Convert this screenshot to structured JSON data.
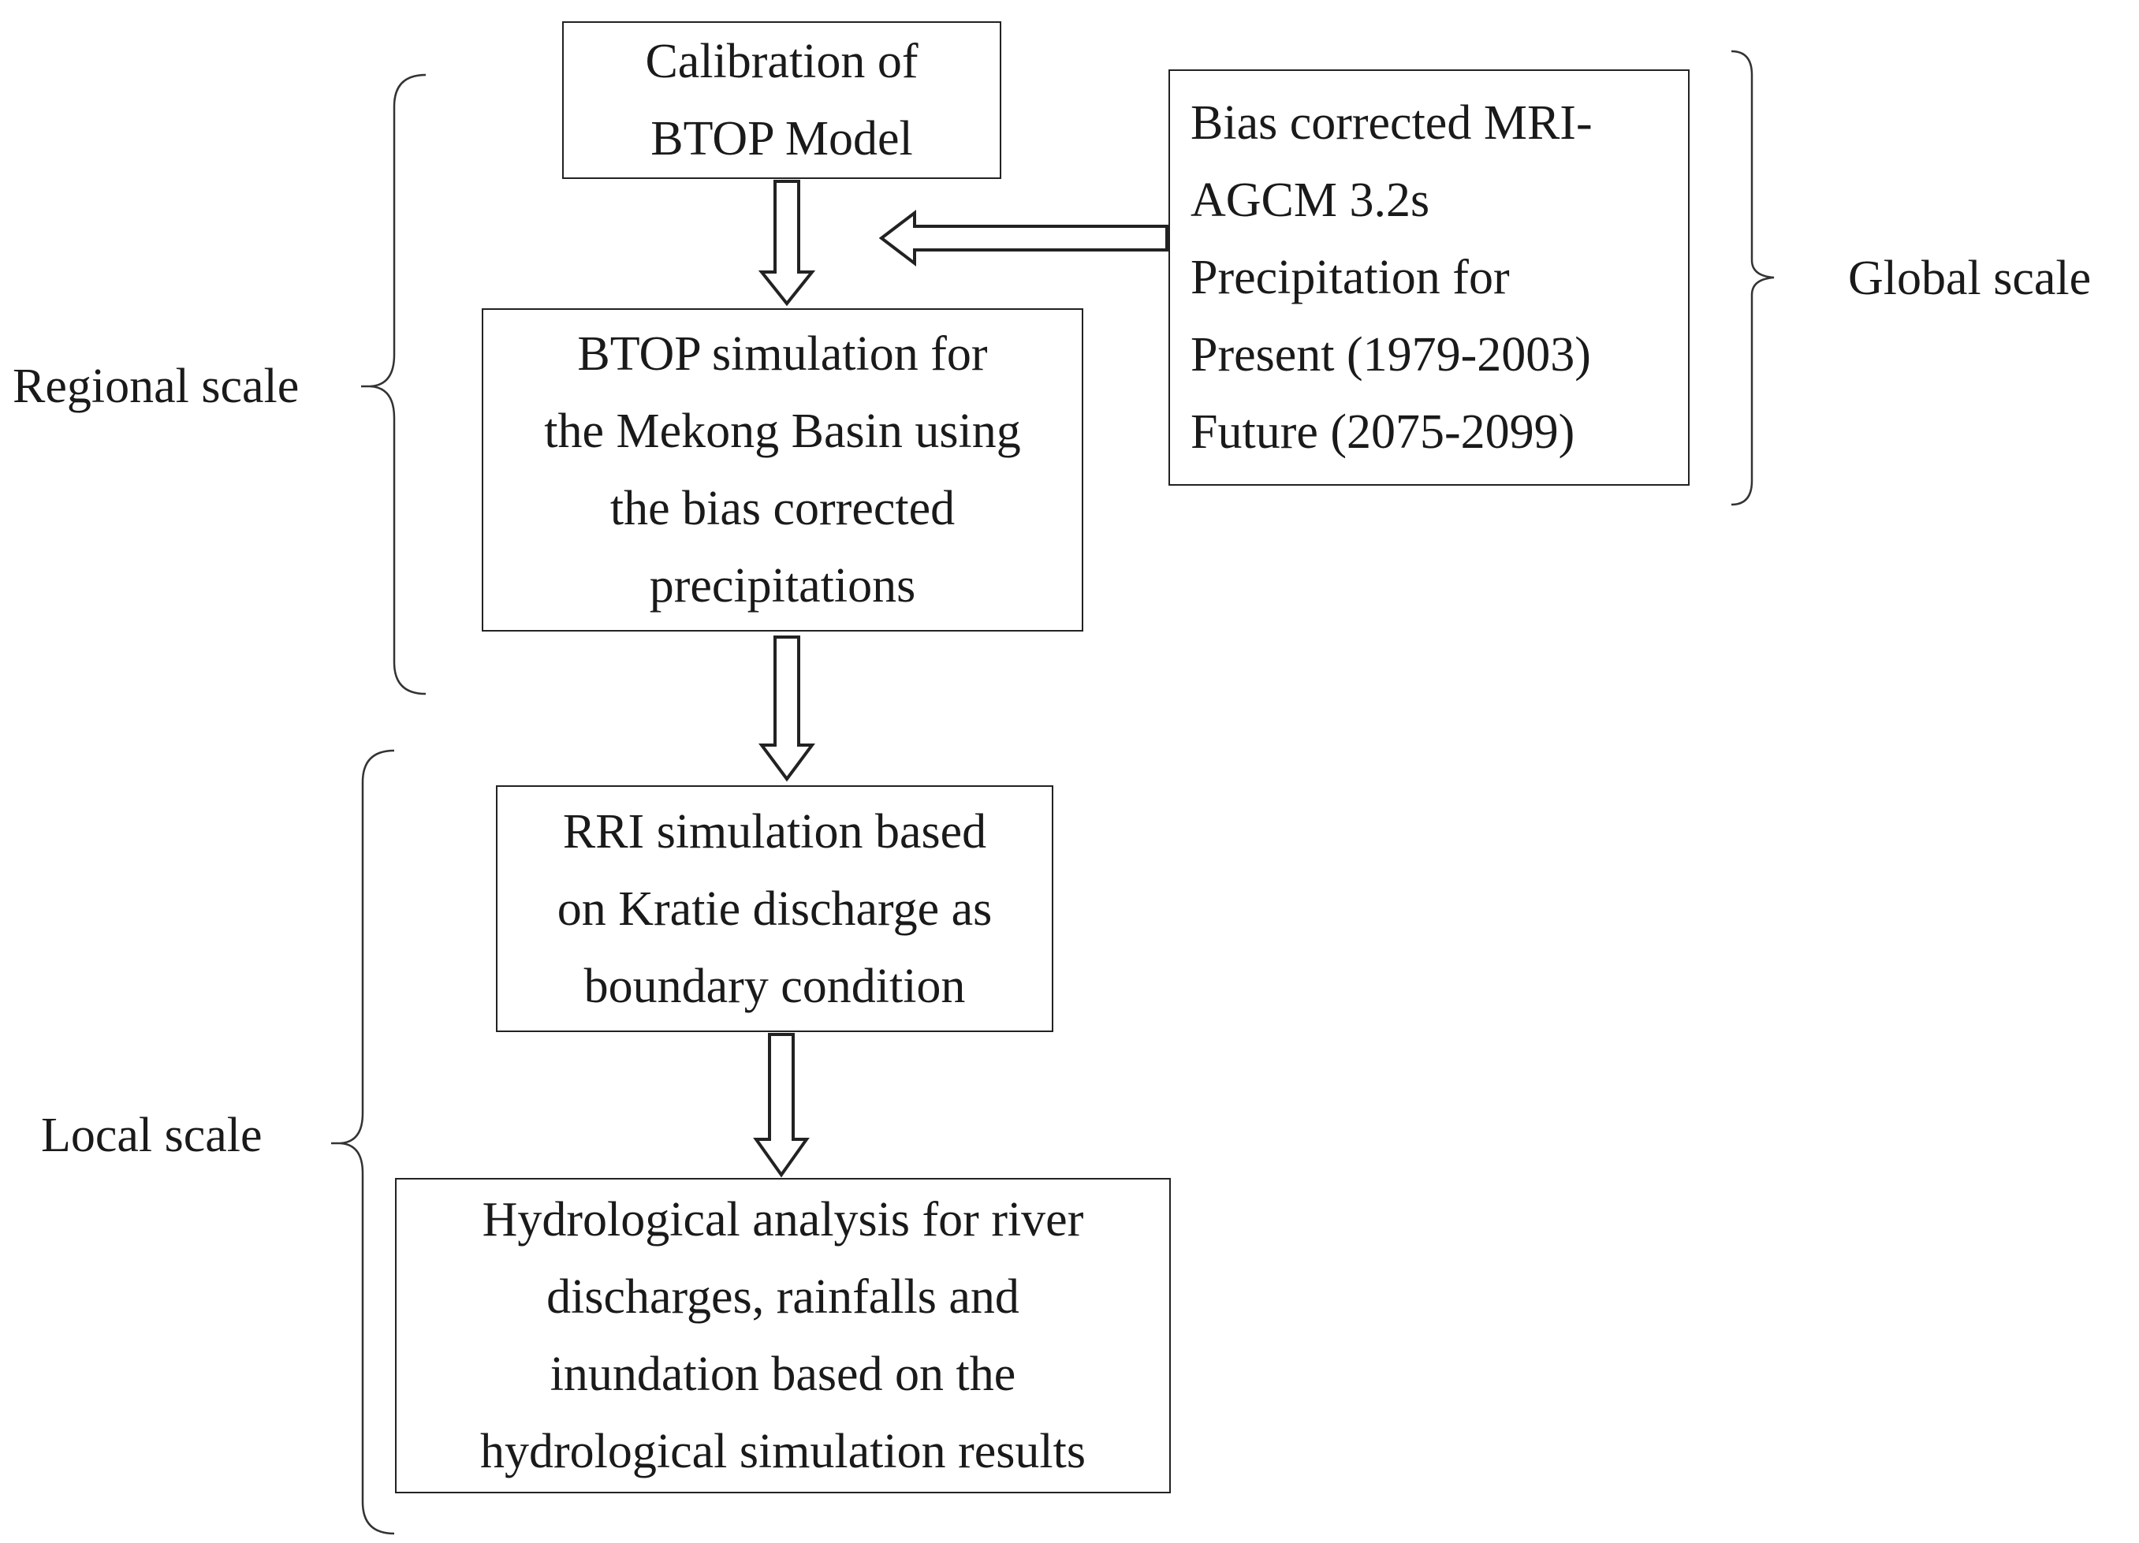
{
  "boxes": {
    "calibration": [
      "Calibration of",
      "BTOP Model"
    ],
    "btop_simulation": [
      "BTOP simulation for",
      "the Mekong Basin using",
      "the bias corrected",
      "precipitations"
    ],
    "bias_corrected": [
      "Bias corrected MRI-",
      "AGCM 3.2s",
      "Precipitation for",
      "Present (1979-2003)",
      "Future (2075-2099)"
    ],
    "rri_simulation": [
      "RRI simulation based",
      "on Kratie discharge as",
      "boundary condition"
    ],
    "hydrological_analysis": [
      "Hydrological analysis for river",
      "discharges, rainfalls and",
      "inundation based on the",
      "hydrological simulation results"
    ]
  },
  "scales": {
    "regional": "Regional scale",
    "global": "Global scale",
    "local": "Local scale"
  },
  "colors": {
    "stroke": "#222222",
    "text": "#1a1a1a",
    "background": "#ffffff"
  }
}
